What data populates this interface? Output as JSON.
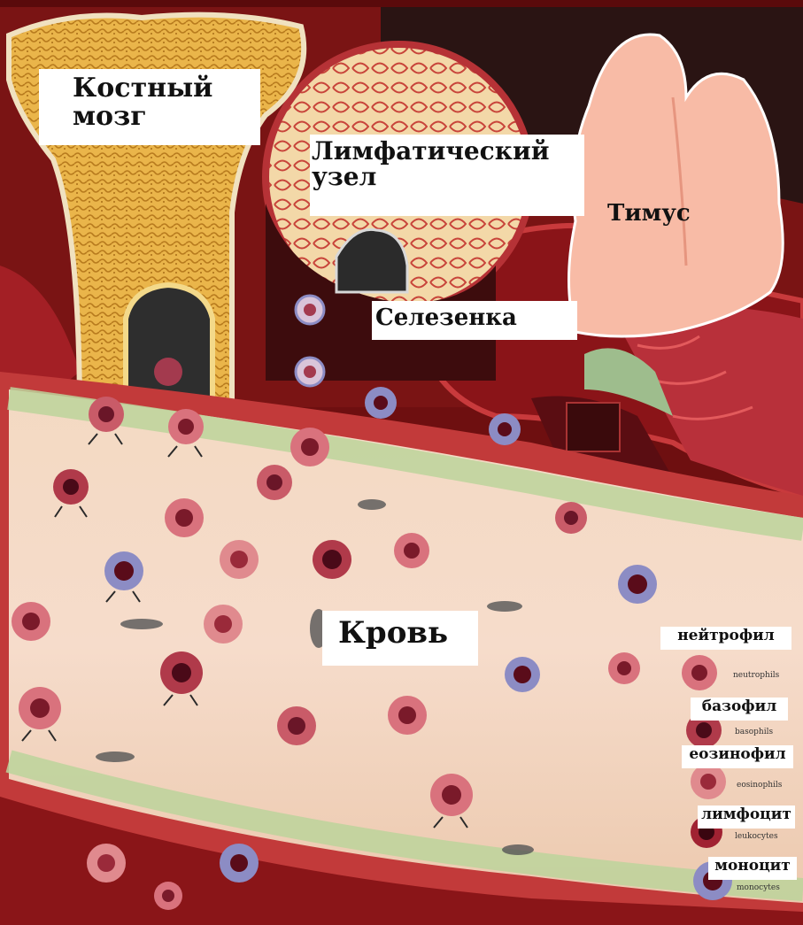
{
  "labels": {
    "bone_marrow": [
      "Костный",
      "мозг"
    ],
    "lymph_node": [
      "Лимфатический",
      "узел"
    ],
    "thymus": "Тимус",
    "spleen": "Селезенка",
    "blood": "Кровь"
  },
  "legend": [
    {
      "name": "нейтрофил",
      "latin": "neutrophils",
      "cell_color": "#d9727d",
      "nucleus_color": "#7a1a2a"
    },
    {
      "name": "базофил",
      "latin": "basophils",
      "cell_color": "#b03a4a",
      "nucleus_color": "#4a0a18"
    },
    {
      "name": "еозинофил",
      "latin": "eosinophils",
      "cell_color": "#e08a8e",
      "nucleus_color": "#9a2a3a"
    },
    {
      "name": "лимфоцит",
      "latin": "leukocytes",
      "cell_color": "#a02232",
      "nucleus_color": "#3a0610"
    },
    {
      "name": "моноцит",
      "latin": "monocytes",
      "cell_color": "#8c8cc4",
      "nucleus_color": "#5a0c1a"
    }
  ],
  "colors": {
    "background": "#6e0f10",
    "vessel_wall": "#f1d6bd",
    "vessel_lining": "#bcd49b",
    "bone": "#e8b650",
    "thymus": "#f6b9a4",
    "label_bg": "#ffffff"
  }
}
